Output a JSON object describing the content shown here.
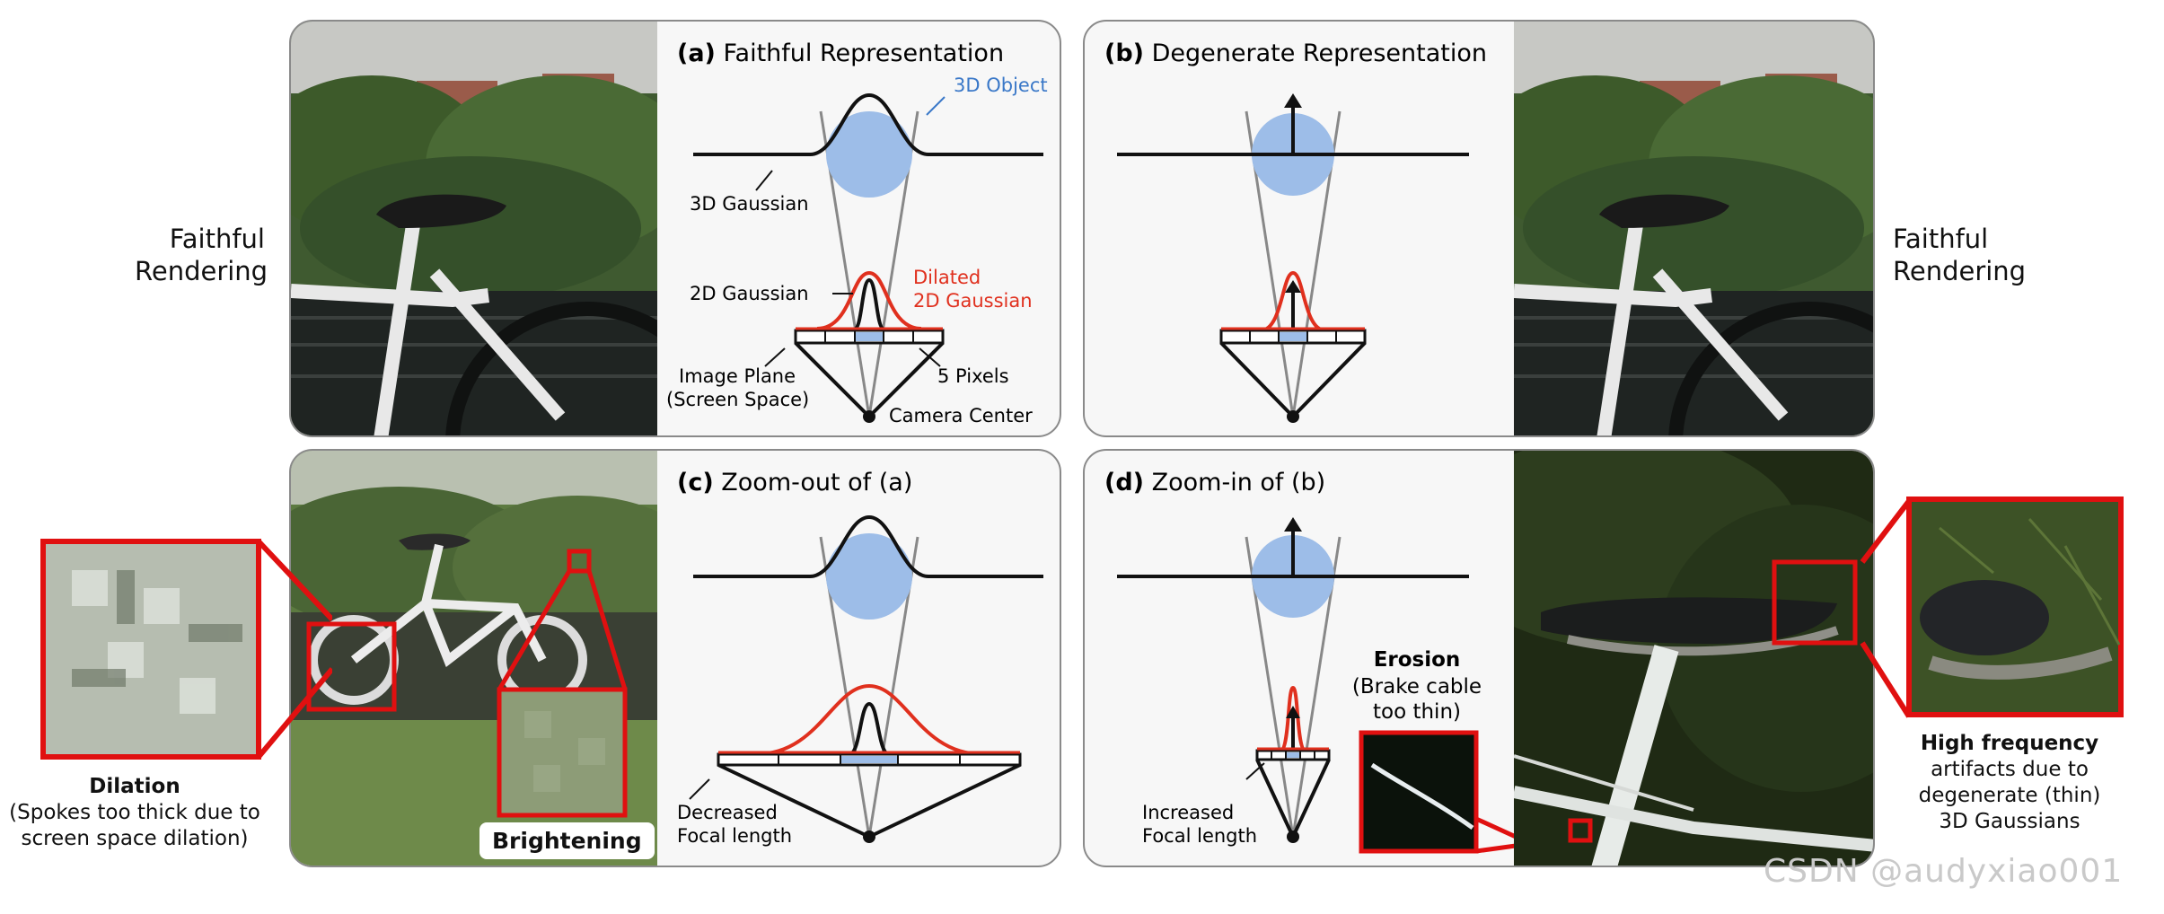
{
  "side_labels": {
    "left_top": [
      "Faithful",
      "Rendering"
    ],
    "right_top": [
      "Faithful",
      "Rendering"
    ]
  },
  "panels": {
    "a": {
      "tag": "(a)",
      "title": "Faithful Representation"
    },
    "b": {
      "tag": "(b)",
      "title": "Degenerate Representation"
    },
    "c": {
      "tag": "(c)",
      "title": "Zoom-out of (a)"
    },
    "d": {
      "tag": "(d)",
      "title": "Zoom-in of (b)"
    }
  },
  "annotations": {
    "object_3d": "3D Object",
    "gaussian_3d": "3D Gaussian",
    "gaussian_2d": "2D Gaussian",
    "dilated_2d": [
      "Dilated",
      "2D Gaussian"
    ],
    "image_plane": [
      "Image Plane",
      "(Screen Space)"
    ],
    "pixels": "5 Pixels",
    "camera_center": "Camera Center",
    "decreased_focal": [
      "Decreased",
      "Focal length"
    ],
    "increased_focal": [
      "Increased",
      "Focal length"
    ]
  },
  "callouts": {
    "dilation": {
      "bold": "Dilation",
      "lines": [
        "(Spokes too thick due to",
        "screen space dilation)"
      ]
    },
    "brightening": {
      "bold": "Brightening"
    },
    "erosion": {
      "bold": "Erosion",
      "lines": [
        "(Brake cable",
        "too thin)"
      ]
    },
    "high_freq": {
      "bold": "High frequency",
      "lines": [
        "artifacts due to",
        "degenerate (thin)",
        "3D Gaussians"
      ]
    }
  },
  "colors": {
    "gaussian_blue": "#9dbde8",
    "dilated_red": "#e0301e",
    "callout_red": "#e01010",
    "object_label_blue": "#3a78c8"
  },
  "watermark": "CSDN @audyxiao001"
}
